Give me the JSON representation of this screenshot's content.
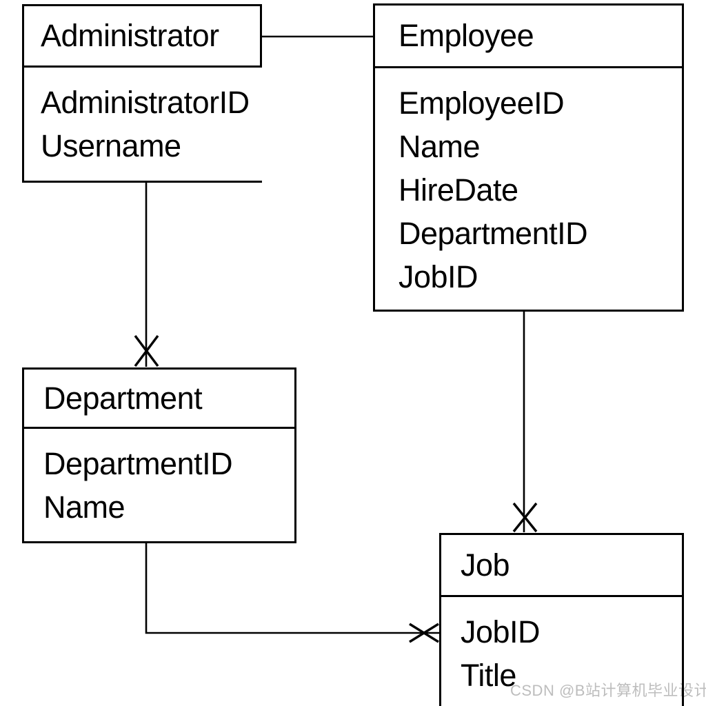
{
  "diagram_type": "entity-relationship",
  "entities": [
    {
      "name": "Administrator",
      "fields": [
        "AdministratorID",
        "Username"
      ]
    },
    {
      "name": "Employee",
      "fields": [
        "EmployeeID",
        "Name",
        "HireDate",
        "DepartmentID",
        "JobID"
      ]
    },
    {
      "name": "Department",
      "fields": [
        "DepartmentID",
        "Name"
      ]
    },
    {
      "name": "Job",
      "fields": [
        "JobID",
        "Title"
      ]
    }
  ],
  "relationships": [
    {
      "from": "Administrator",
      "to": "Employee",
      "end_marker": "none"
    },
    {
      "from": "Administrator",
      "to": "Department",
      "end_marker": "x-many"
    },
    {
      "from": "Employee",
      "to": "Job",
      "end_marker": "x-many"
    },
    {
      "from": "Department",
      "to": "Job",
      "end_marker": "x-many"
    }
  ],
  "watermark": {
    "text": "CSDN @B站计算机毕业设计大学",
    "color": "#bdbdbd"
  },
  "colors": {
    "line": "#000000",
    "background": "#ffffff"
  }
}
